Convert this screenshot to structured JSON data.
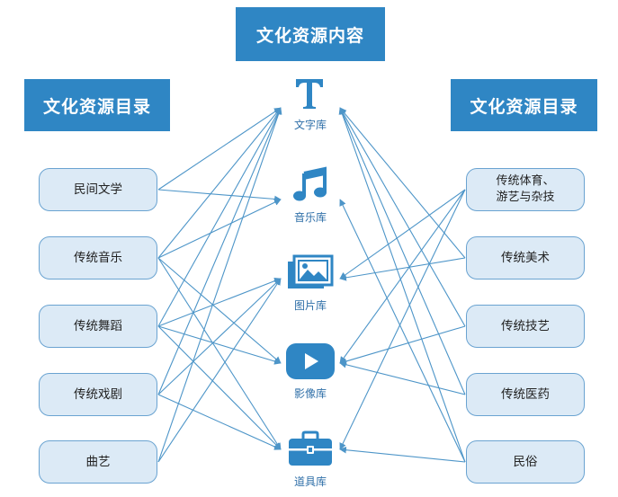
{
  "headers": {
    "center": "文化资源内容",
    "left": "文化资源目录",
    "right": "文化资源目录"
  },
  "left_nodes": [
    "民间文学",
    "传统音乐",
    "传统舞蹈",
    "传统戏剧",
    "曲艺"
  ],
  "right_nodes": [
    "传统体育、\n游艺与杂技",
    "传统美术",
    "传统技艺",
    "传统医药",
    "民俗"
  ],
  "libraries": [
    {
      "label": "文字库",
      "icon": "text-T-icon"
    },
    {
      "label": "音乐库",
      "icon": "music-note-icon"
    },
    {
      "label": "图片库",
      "icon": "image-gallery-icon"
    },
    {
      "label": "影像库",
      "icon": "video-play-icon"
    },
    {
      "label": "道具库",
      "icon": "toolbox-icon"
    }
  ],
  "colors": {
    "accent": "#2f86c4",
    "node_fill": "#dceaf6",
    "node_border": "#6aa3d1",
    "line": "#4d95c8"
  },
  "links": {
    "left": [
      [
        0,
        0
      ],
      [
        0,
        1
      ],
      [
        1,
        0
      ],
      [
        1,
        1
      ],
      [
        1,
        3
      ],
      [
        1,
        4
      ],
      [
        2,
        0
      ],
      [
        2,
        2
      ],
      [
        2,
        3
      ],
      [
        2,
        4
      ],
      [
        3,
        0
      ],
      [
        3,
        2
      ],
      [
        3,
        4
      ],
      [
        4,
        0
      ],
      [
        4,
        2
      ]
    ],
    "right": [
      [
        0,
        2
      ],
      [
        0,
        3
      ],
      [
        0,
        4
      ],
      [
        1,
        0
      ],
      [
        1,
        2
      ],
      [
        2,
        0
      ],
      [
        2,
        3
      ],
      [
        3,
        0
      ],
      [
        3,
        3
      ],
      [
        4,
        0
      ],
      [
        4,
        1
      ],
      [
        4,
        4
      ]
    ]
  }
}
